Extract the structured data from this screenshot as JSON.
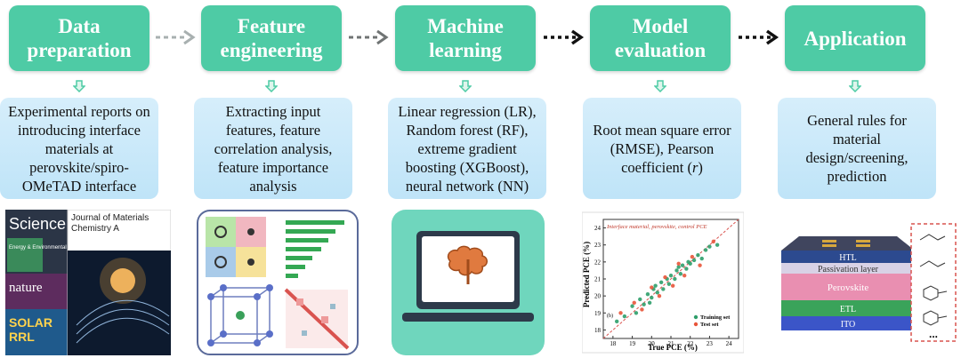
{
  "stages": [
    {
      "title_line1": "Data",
      "title_line2": "preparation",
      "desc": "Experimental reports on introducing interface materials at perovskite/spiro-OMeTAD interface"
    },
    {
      "title_line1": "Feature",
      "title_line2": "engineering",
      "desc": "Extracting input features, feature correlation analysis, feature importance analysis"
    },
    {
      "title_line1": "Machine",
      "title_line2": "learning",
      "desc": "Linear regression (LR), Random forest (RF), extreme gradient boosting (XGBoost), neural network (NN)"
    },
    {
      "title_line1": "Model",
      "title_line2": "evaluation",
      "desc_a": "Root mean square error (RMSE), Pearson coefficient (",
      "desc_r": "r",
      "desc_b": ")"
    },
    {
      "title_line1": "Application",
      "title_line2": "",
      "desc": "General rules for material design/screening, prediction"
    }
  ],
  "journals": {
    "science": "Science",
    "energy": "Energy & Environmental Science",
    "nature": "nature",
    "solar": "SOLAR",
    "solar2": "RRL",
    "jmca": "Journal of Materials Chemistry A"
  },
  "chart_data": {
    "type": "scatter",
    "title": "Interface material, perovskite, control PCE",
    "xlabel": "True PCE (%)",
    "ylabel": "Predicted PCE (%)",
    "xlim": [
      17.5,
      24.5
    ],
    "ylim": [
      17.5,
      24.5
    ],
    "xticks": [
      18,
      19,
      20,
      21,
      22,
      23,
      24
    ],
    "yticks": [
      18,
      19,
      20,
      21,
      22,
      23,
      24
    ],
    "series": [
      {
        "name": "Training set",
        "color": "#2e9e6a",
        "x": [
          18.2,
          18.6,
          19.0,
          19.2,
          19.4,
          19.6,
          19.8,
          20.0,
          20.1,
          20.3,
          20.5,
          20.6,
          20.8,
          20.9,
          21.0,
          21.2,
          21.3,
          21.5,
          21.6,
          21.8,
          21.9,
          22.0,
          22.2,
          22.4,
          22.6,
          22.8,
          23.0,
          23.4,
          20.2,
          21.4,
          19.9
        ],
        "y": [
          18.5,
          18.8,
          19.4,
          19.0,
          19.8,
          19.5,
          20.1,
          19.9,
          20.4,
          20.2,
          20.8,
          20.4,
          21.0,
          20.7,
          21.2,
          21.0,
          21.5,
          21.3,
          21.8,
          21.6,
          22.0,
          21.9,
          22.1,
          22.4,
          22.2,
          22.7,
          22.9,
          23.0,
          20.6,
          21.7,
          19.6
        ]
      },
      {
        "name": "Test set",
        "color": "#e8553a",
        "x": [
          18.4,
          19.1,
          19.5,
          20.0,
          20.4,
          20.7,
          21.1,
          21.4,
          21.7,
          22.1,
          22.5,
          23.2
        ],
        "y": [
          19.0,
          19.6,
          19.2,
          20.5,
          20.0,
          21.1,
          20.6,
          21.9,
          21.2,
          22.3,
          21.8,
          23.2
        ]
      }
    ],
    "annotation": "(b)"
  },
  "device_layers": {
    "htl": "HTL",
    "passivation": "Passivation layer",
    "perovskite": "Perovskite",
    "etl": "ETL",
    "ito": "ITO",
    "more": "..."
  }
}
